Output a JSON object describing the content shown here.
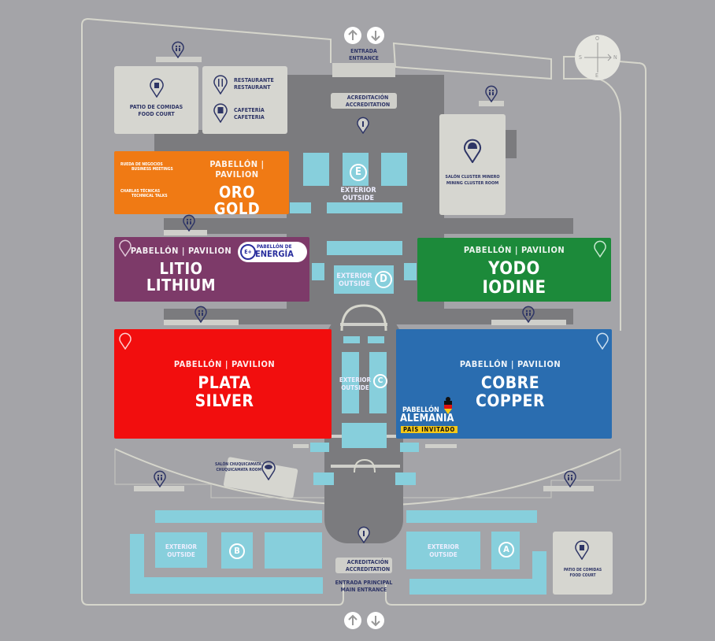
{
  "map": {
    "background_color": "#a4a4a8",
    "entrances": {
      "north": {
        "label_es": "ENTRADA",
        "label_en": "ENTRANCE"
      },
      "main": {
        "label_es": "ENTRADA PRINCIPAL",
        "label_en": "MAIN ENTRANCE"
      }
    },
    "accreditation": {
      "label_es": "ACREDITACIÓN",
      "label_en": "ACCREDITATION"
    },
    "compass": {
      "north": "N",
      "south": "S",
      "east": "E",
      "west": "O"
    },
    "rooms": {
      "food_court_top": {
        "label_es": "PATIO DE COMIDAS",
        "label_en": "FOOD COURT"
      },
      "restaurant": {
        "label_es": "RESTAURANTE",
        "label_en": "RESTAURANT"
      },
      "cafeteria": {
        "label_es": "CAFETERÍA",
        "label_en": "CAFETERIA"
      },
      "mining_cluster": {
        "label_es": "SALÓN CLUSTER MINERO",
        "label_en": "MINING CLUSTER ROOM"
      },
      "chuquicamata": {
        "label_es": "SALÓN CHUQUICAMATA",
        "label_en": "CHUQUICAMATA ROOM"
      },
      "food_court_bottom": {
        "label_es": "PATIO DE COMIDAS",
        "label_en": "FOOD COURT"
      }
    },
    "pavilions": {
      "header": "PABELLÓN | PAVILION",
      "oro": {
        "name_es": "ORO",
        "name_en": "GOLD",
        "color": "#f07a14",
        "features": [
          {
            "label_es": "RUEDA DE NEGOCIOS",
            "label_en": "BUSINESS MEETINGS"
          },
          {
            "label_es": "CHARLAS TÉCNICAS",
            "label_en": "TECHNICAL TALKS"
          }
        ]
      },
      "litio": {
        "name_es": "LITIO",
        "name_en": "LITHIUM",
        "color": "#7d3a69",
        "badge": {
          "icon": "E+",
          "line1": "PABELLÓN DE",
          "line2": "ENERGÍA"
        }
      },
      "yodo": {
        "name_es": "YODO",
        "name_en": "IODINE",
        "color": "#1c8a3a"
      },
      "plata": {
        "name_es": "PLATA",
        "name_en": "SILVER",
        "color": "#f20e0e"
      },
      "cobre": {
        "name_es": "COBRE",
        "name_en": "COPPER",
        "color": "#2a6db0",
        "guest": {
          "line1": "PABELLÓN",
          "line2": "ALEMANIA",
          "tag": "PAÍS INVITADO"
        }
      }
    },
    "exterior_zones": [
      {
        "letter": "E",
        "label_es": "EXTERIOR",
        "label_en": "OUTSIDE"
      },
      {
        "letter": "D",
        "label_es": "EXTERIOR",
        "label_en": "OUTSIDE"
      },
      {
        "letter": "C",
        "label_es": "EXTERIOR",
        "label_en": "OUTSIDE"
      },
      {
        "letter": "B",
        "label_es": "EXTERIOR",
        "label_en": "OUTSIDE"
      },
      {
        "letter": "A",
        "label_es": "EXTERIOR",
        "label_en": "OUTSIDE"
      }
    ],
    "icons": {
      "restroom": "restroom-icon",
      "info": "info-icon",
      "food": "food-court-icon",
      "restaurant": "fork-knife-icon",
      "cafe": "coffee-cup-icon",
      "helmet": "mining-helmet-icon",
      "up": "arrow-up-icon",
      "down": "arrow-down-icon"
    }
  }
}
